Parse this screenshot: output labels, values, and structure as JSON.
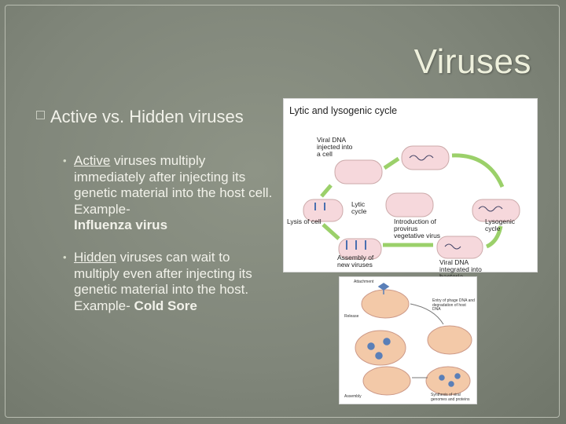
{
  "slide": {
    "title": "Viruses",
    "main_bullet": "Active vs. Hidden viruses",
    "sub_bullets": [
      {
        "term": "Active",
        "rest": " viruses multiply immediately after injecting its genetic material into the host cell. Example-",
        "example": "Influenza virus"
      },
      {
        "term": "Hidden",
        "rest": " viruses can wait to multiply even after injecting its genetic material into the host. Example-",
        "example": "Cold Sore"
      }
    ]
  },
  "diagram_lytic_lysogenic": {
    "title": "Lytic and lysogenic cycle",
    "labels": {
      "viral_dna_injected": "Viral DNA injected into a cell",
      "lytic_cycle": "Lytic cycle",
      "lysis_of_cell": "Lysis of cell",
      "introduction_provirus": "Introduction of provirus vegetative virus",
      "lysogenic_cycle": "Lysogenic cycle",
      "assembly_new_viruses": "Assembly of new viruses",
      "viral_dna_integrated": "Viral DNA integrated into bacteria"
    }
  },
  "diagram_phage": {
    "labels": {
      "attachment": "Attachment",
      "entry": "Entry of phage DNA and degradation of host DNA",
      "release": "Release",
      "assembly": "Assembly",
      "synthesis": "Synthesis of viral genomes and proteins"
    }
  },
  "colors": {
    "background": "#80867a",
    "text": "#f2f2ea",
    "title": "#eef0dc",
    "arrow_green": "#9bd06a",
    "cell_pink": "#f6d8dc"
  }
}
